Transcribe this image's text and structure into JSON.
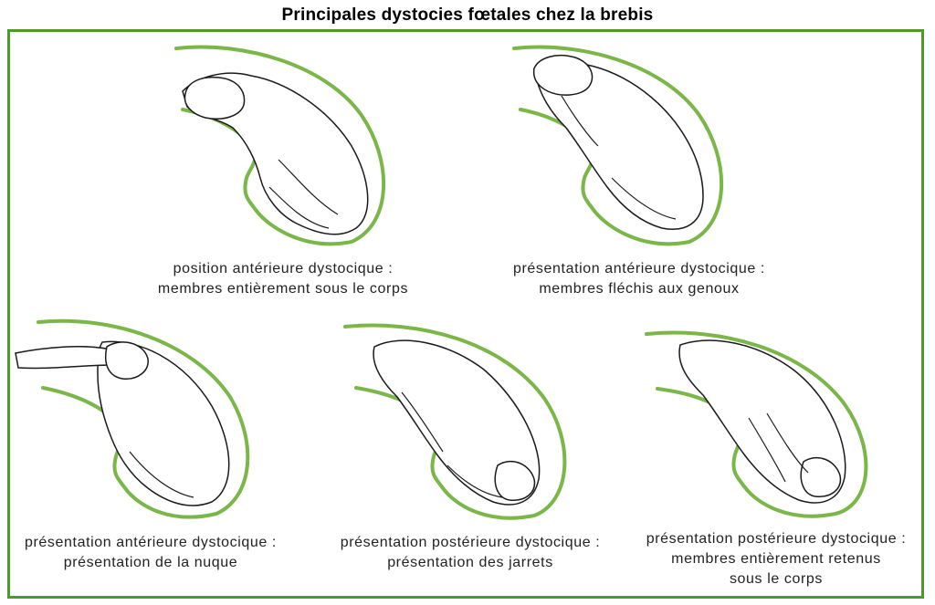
{
  "title": "Principales dystocies fœtales chez la brebis",
  "colors": {
    "uterus": "#7ab648",
    "frame": "#4a9a2c",
    "lamb": "#1a1a1a"
  },
  "figures": [
    {
      "lines": [
        "position antérieure dystocique :",
        "membres entièrement sous le corps"
      ]
    },
    {
      "lines": [
        "présentation antérieure dystocique :",
        "membres fléchis aux genoux"
      ]
    },
    {
      "lines": [
        "présentation antérieure dystocique :",
        "présentation de la nuque"
      ]
    },
    {
      "lines": [
        "présentation postérieure dystocique :",
        "présentation des jarrets"
      ]
    },
    {
      "lines": [
        "présentation postérieure dystocique :",
        "membres entièrement retenus",
        "sous le corps"
      ]
    }
  ]
}
